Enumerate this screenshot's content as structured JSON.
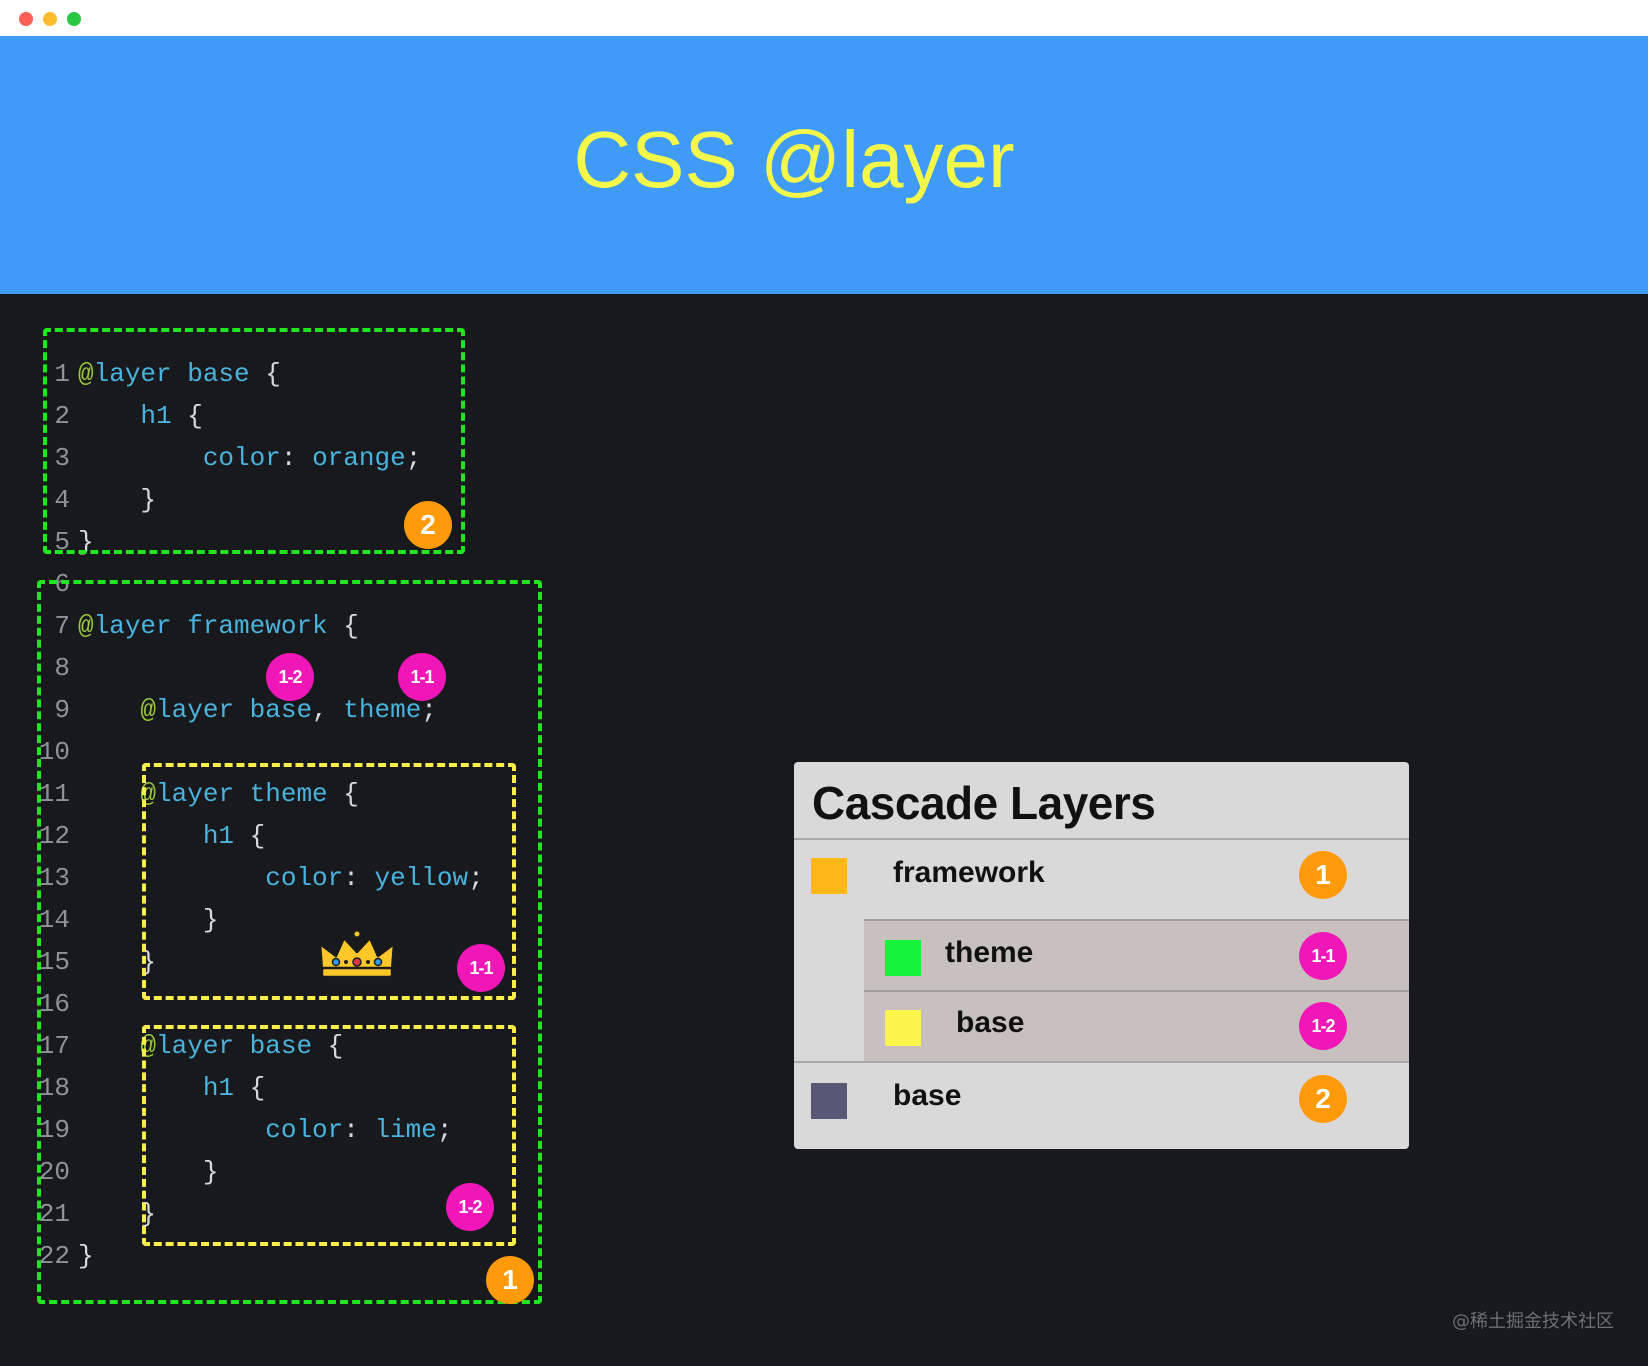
{
  "window": {
    "controls": [
      "close",
      "minimize",
      "zoom"
    ]
  },
  "hero": {
    "title": "CSS @layer"
  },
  "code": {
    "lines": [
      {
        "n": "1",
        "tokens": [
          [
            "at",
            "@"
          ],
          [
            "kw",
            "layer base "
          ],
          [
            "pn",
            "{"
          ]
        ]
      },
      {
        "n": "2",
        "tokens": [
          [
            "pn",
            "    "
          ],
          [
            "kw",
            "h1 "
          ],
          [
            "pn",
            "{"
          ]
        ]
      },
      {
        "n": "3",
        "tokens": [
          [
            "pn",
            "        "
          ],
          [
            "kw",
            "color"
          ],
          [
            "pn",
            ": "
          ],
          [
            "vl",
            "orange"
          ],
          [
            "pn",
            ";"
          ]
        ]
      },
      {
        "n": "4",
        "tokens": [
          [
            "pn",
            "    }"
          ]
        ]
      },
      {
        "n": "5",
        "tokens": [
          [
            "pn",
            "}"
          ]
        ]
      },
      {
        "n": "6",
        "tokens": []
      },
      {
        "n": "7",
        "tokens": [
          [
            "at",
            "@"
          ],
          [
            "kw",
            "layer framework "
          ],
          [
            "pn",
            "{"
          ]
        ]
      },
      {
        "n": "8",
        "tokens": []
      },
      {
        "n": "9",
        "tokens": [
          [
            "pn",
            "    "
          ],
          [
            "at",
            "@"
          ],
          [
            "kw",
            "layer base"
          ],
          [
            "pn",
            ", "
          ],
          [
            "kw",
            "theme"
          ],
          [
            "pn",
            ";"
          ]
        ]
      },
      {
        "n": "10",
        "tokens": []
      },
      {
        "n": "11",
        "tokens": [
          [
            "pn",
            "    "
          ],
          [
            "at",
            "@"
          ],
          [
            "kw",
            "layer theme "
          ],
          [
            "pn",
            "{"
          ]
        ]
      },
      {
        "n": "12",
        "tokens": [
          [
            "pn",
            "        "
          ],
          [
            "kw",
            "h1 "
          ],
          [
            "pn",
            "{"
          ]
        ]
      },
      {
        "n": "13",
        "tokens": [
          [
            "pn",
            "            "
          ],
          [
            "kw",
            "color"
          ],
          [
            "pn",
            ": "
          ],
          [
            "vl",
            "yellow"
          ],
          [
            "pn",
            ";"
          ]
        ]
      },
      {
        "n": "14",
        "tokens": [
          [
            "pn",
            "        }"
          ]
        ]
      },
      {
        "n": "15",
        "tokens": [
          [
            "pn",
            "    }"
          ]
        ]
      },
      {
        "n": "16",
        "tokens": []
      },
      {
        "n": "17",
        "tokens": [
          [
            "pn",
            "    "
          ],
          [
            "at",
            "@"
          ],
          [
            "kw",
            "layer base "
          ],
          [
            "pn",
            "{"
          ]
        ]
      },
      {
        "n": "18",
        "tokens": [
          [
            "pn",
            "        "
          ],
          [
            "kw",
            "h1 "
          ],
          [
            "pn",
            "{"
          ]
        ]
      },
      {
        "n": "19",
        "tokens": [
          [
            "pn",
            "            "
          ],
          [
            "kw",
            "color"
          ],
          [
            "pn",
            ": "
          ],
          [
            "vl",
            "lime"
          ],
          [
            "pn",
            ";"
          ]
        ]
      },
      {
        "n": "20",
        "tokens": [
          [
            "pn",
            "        }"
          ]
        ]
      },
      {
        "n": "21",
        "tokens": [
          [
            "pn",
            "    }"
          ]
        ]
      },
      {
        "n": "22",
        "tokens": [
          [
            "pn",
            "}"
          ]
        ]
      }
    ],
    "badges": {
      "base_outer": "2",
      "framework": "1",
      "declare_base": "1-2",
      "declare_theme": "1-1",
      "theme_block": "1-1",
      "base_inner": "1-2"
    }
  },
  "panel": {
    "title": "Cascade Layers",
    "rows": [
      {
        "label": "framework",
        "badge": "1",
        "color": "#ffb718"
      },
      {
        "label": "theme",
        "badge": "1-1",
        "color": "#15f23c"
      },
      {
        "label": "base",
        "badge": "1-2",
        "color": "#f9f54b"
      },
      {
        "label": "base",
        "badge": "2",
        "color": "#575875"
      }
    ]
  },
  "colors": {
    "hero_bg": "#3f9bf6",
    "hero_title": "#f4f84a",
    "editor_bg": "#17191c",
    "outer_box": "#21e521",
    "inner_box": "#f9ee4c",
    "badge_orange": "#ff9a0a",
    "badge_pink": "#f016b8"
  },
  "icons": {
    "crown": "crown-icon"
  },
  "watermark": "@稀土掘金技术社区"
}
